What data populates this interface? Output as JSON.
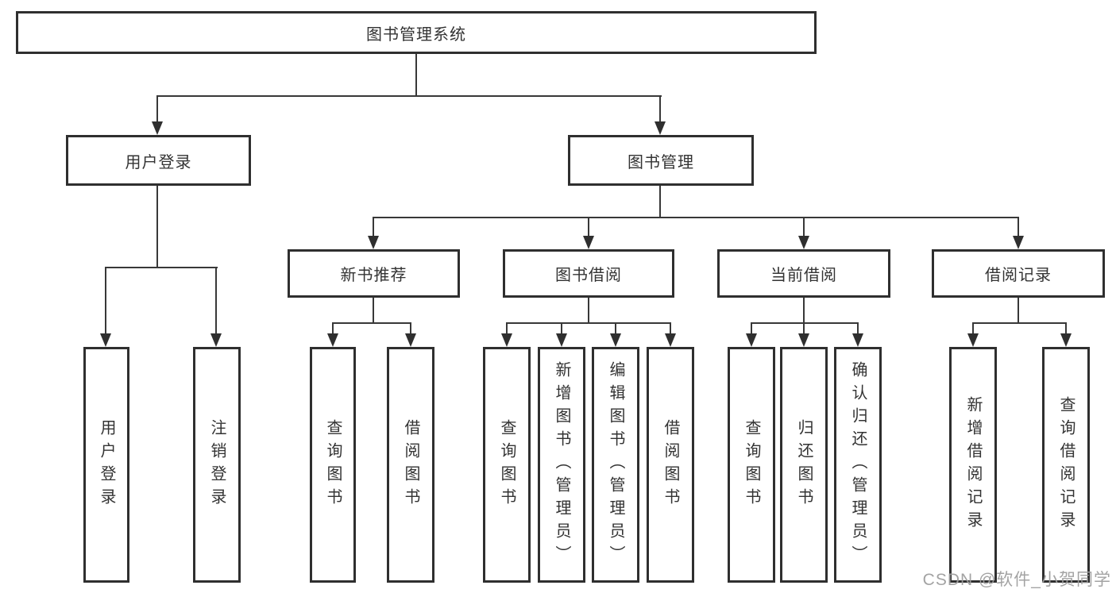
{
  "diagram": {
    "title": "图书管理系统",
    "children": [
      {
        "label": "用户登录",
        "children": [
          {
            "label": "用户登录"
          },
          {
            "label": "注销登录"
          }
        ]
      },
      {
        "label": "图书管理",
        "children": [
          {
            "label": "新书推荐",
            "children": [
              {
                "label": "查询图书"
              },
              {
                "label": "借阅图书"
              }
            ]
          },
          {
            "label": "图书借阅",
            "children": [
              {
                "label": "查询图书"
              },
              {
                "label": "新增图书（管理员）"
              },
              {
                "label": "编辑图书（管理员）"
              },
              {
                "label": "借阅图书"
              }
            ]
          },
          {
            "label": "当前借阅",
            "children": [
              {
                "label": "查询图书"
              },
              {
                "label": "归还图书"
              },
              {
                "label": "确认归还（管理员）"
              }
            ]
          },
          {
            "label": "借阅记录",
            "children": [
              {
                "label": "新增借阅记录"
              },
              {
                "label": "查询借阅记录"
              }
            ]
          }
        ]
      }
    ],
    "watermark": "CSDN @软件_小贺同学",
    "colors": {
      "line": "#2f2f2f",
      "text": "#333333",
      "watermark": "#9e9e9e",
      "background": "#ffffff"
    }
  }
}
